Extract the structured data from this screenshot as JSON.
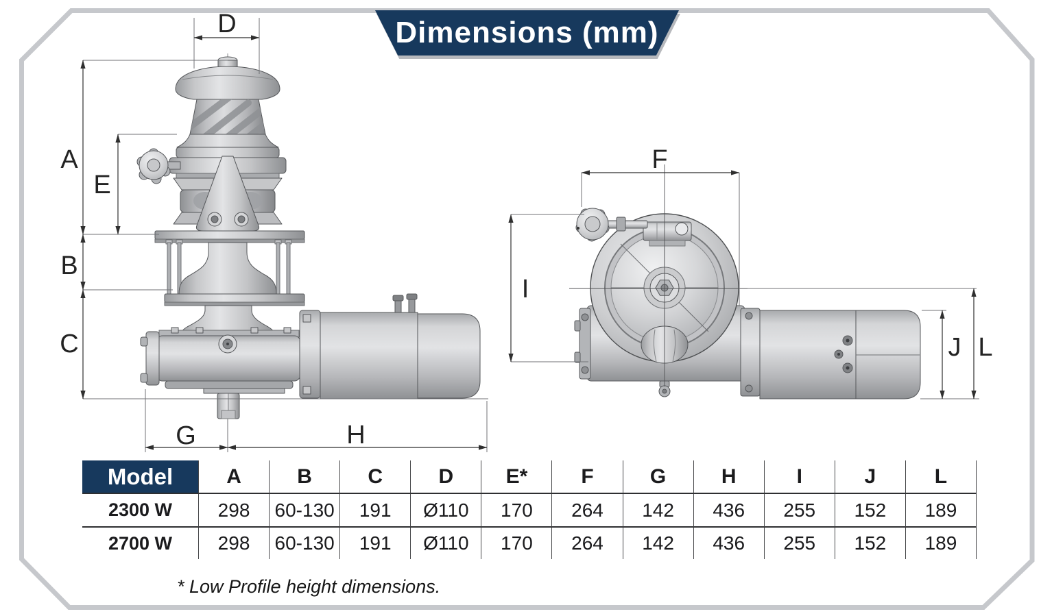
{
  "banner": {
    "title": "Dimensions (mm)"
  },
  "colors": {
    "navy": "#17395d",
    "frame_gray": "#c6c8cc",
    "dim_line": "#2f2f2f"
  },
  "front_view": {
    "labels": {
      "D": "D",
      "A": "A",
      "E": "E",
      "B": "B",
      "C": "C",
      "G": "G",
      "H": "H"
    }
  },
  "side_view": {
    "labels": {
      "F": "F",
      "I": "I",
      "J": "J",
      "L": "L"
    }
  },
  "table": {
    "headers": [
      "Model",
      "A",
      "B",
      "C",
      "D",
      "E*",
      "F",
      "G",
      "H",
      "I",
      "J",
      "L"
    ],
    "rows": [
      {
        "model": "2300 W",
        "values": [
          "298",
          "60-130",
          "191",
          "Ø110",
          "170",
          "264",
          "142",
          "436",
          "255",
          "152",
          "189"
        ]
      },
      {
        "model": "2700 W",
        "values": [
          "298",
          "60-130",
          "191",
          "Ø110",
          "170",
          "264",
          "142",
          "436",
          "255",
          "152",
          "189"
        ]
      }
    ]
  },
  "footnote": "* Low Profile height dimensions."
}
